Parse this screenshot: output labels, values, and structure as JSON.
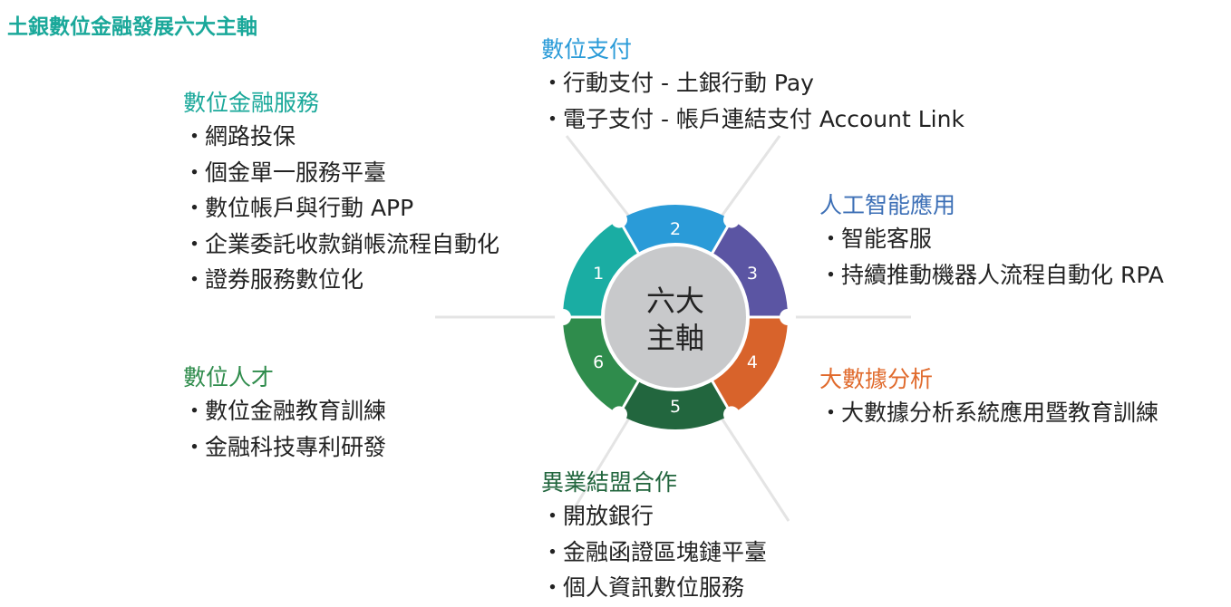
{
  "title": "土銀數位金融發展六大主軸",
  "center": {
    "line1": "六大",
    "line2": "主軸"
  },
  "bullet": "・",
  "segments": [
    {
      "num": "1",
      "color": "#1aada3"
    },
    {
      "num": "2",
      "color": "#2a9bd8"
    },
    {
      "num": "3",
      "color": "#5b55a3"
    },
    {
      "num": "4",
      "color": "#d8632b"
    },
    {
      "num": "5",
      "color": "#22663e"
    },
    {
      "num": "6",
      "color": "#2f8c4c"
    }
  ],
  "sections": {
    "s1": {
      "heading": "數位金融服務",
      "color": "#1aa89a",
      "items": [
        "網路投保",
        "個金單一服務平臺",
        "數位帳戶與行動 APP",
        "企業委託收款銷帳流程自動化",
        "證券服務數位化"
      ]
    },
    "s2": {
      "heading": "數位支付",
      "color": "#2a9bd8",
      "items": [
        "行動支付 - 土銀行動 Pay",
        "電子支付 - 帳戶連結支付 Account Link"
      ]
    },
    "s3": {
      "heading": "人工智能應用",
      "color": "#3c6fb6",
      "items": [
        "智能客服",
        "持續推動機器人流程自動化 RPA"
      ]
    },
    "s4": {
      "heading": "大數據分析",
      "color": "#e06a2c",
      "items": [
        "大數據分析系統應用暨教育訓練"
      ]
    },
    "s5": {
      "heading": "異業結盟合作",
      "color": "#22663e",
      "items": [
        "開放銀行",
        "金融函證區塊鏈平臺",
        "個人資訊數位服務"
      ]
    },
    "s6": {
      "heading": "數位人才",
      "color": "#2f8c4c",
      "items": [
        "數位金融教育訓練",
        "金融科技專利研發"
      ]
    }
  }
}
